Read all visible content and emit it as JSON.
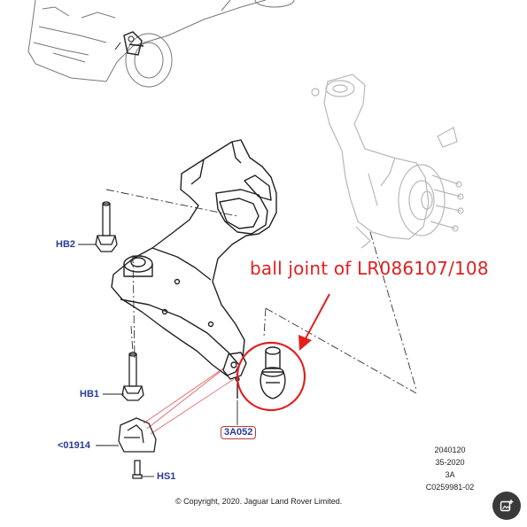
{
  "callouts": {
    "hb2": "HB2",
    "hb1": "HB1",
    "bracket": "<01914",
    "hs1": "HS1",
    "part": "3A052"
  },
  "annotation": {
    "text": "ball joint of LR086107/108",
    "color": "#e02020"
  },
  "reference": {
    "line1": "2040120",
    "line2": "35-2020",
    "line3": "3A",
    "line4": "C0259981-02"
  },
  "copyright": "© Copyright, 2020. Jaguar Land Rover Limited.",
  "colors": {
    "callout": "#2a3a9a",
    "highlight": "#e02020",
    "knuckle": "#b8b8b8"
  },
  "icons": {
    "add_button": "add-image-icon"
  }
}
